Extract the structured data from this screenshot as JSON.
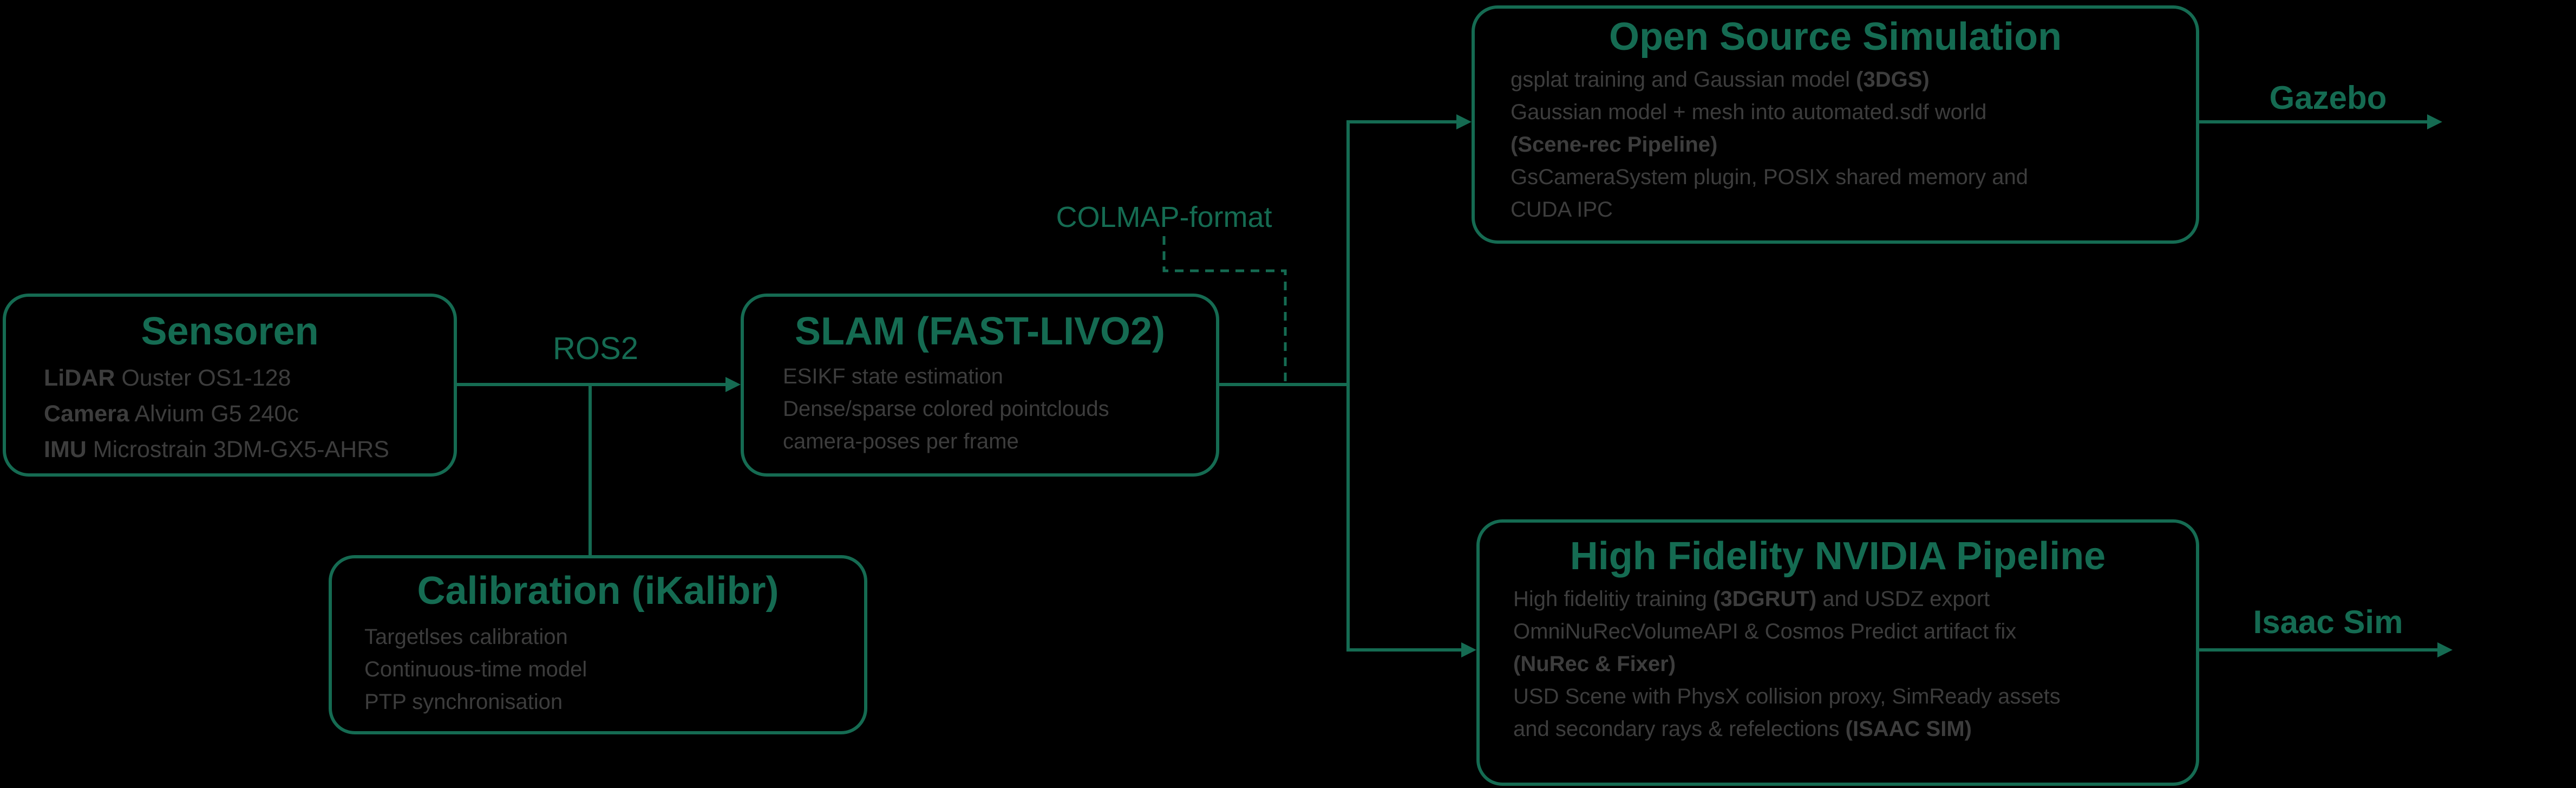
{
  "diagram": {
    "colors": {
      "bg": "#000000",
      "accent": "#156b52",
      "body": "#3d3d3d"
    },
    "nodes": {
      "sensors": {
        "title": "Sensoren",
        "lines": [
          [
            {
              "t": "LiDAR",
              "b": true
            },
            {
              "t": " Ouster OS1-128",
              "b": false
            }
          ],
          [
            {
              "t": "Camera",
              "b": true
            },
            {
              "t": " Alvium G5 240c",
              "b": false
            }
          ],
          [
            {
              "t": "IMU",
              "b": true
            },
            {
              "t": " Microstrain 3DM-GX5-AHRS",
              "b": false
            }
          ]
        ]
      },
      "slam": {
        "title": "SLAM (FAST-LIVO2)",
        "lines": [
          [
            {
              "t": "ESIKF state estimation",
              "b": false
            }
          ],
          [
            {
              "t": "Dense/sparse colored pointclouds",
              "b": false
            }
          ],
          [
            {
              "t": "camera-poses per frame",
              "b": false
            }
          ]
        ]
      },
      "calibration": {
        "title": "Calibration (iKalibr)",
        "lines": [
          [
            {
              "t": "Targetlses calibration",
              "b": false
            }
          ],
          [
            {
              "t": "Continuous-time model",
              "b": false
            }
          ],
          [
            {
              "t": "PTP synchronisation",
              "b": false
            }
          ]
        ]
      },
      "open_source": {
        "title": "Open Source Simulation",
        "lines": [
          [
            {
              "t": "gsplat training and Gaussian model ",
              "b": false
            },
            {
              "t": "(3DGS)",
              "b": true
            }
          ],
          [
            {
              "t": "Gaussian model + mesh into automated.sdf world",
              "b": false
            }
          ],
          [
            {
              "t": "(Scene-rec Pipeline)",
              "b": true
            }
          ],
          [
            {
              "t": "GsCameraSystem plugin, POSIX shared memory and",
              "b": false
            }
          ],
          [
            {
              "t": "CUDA IPC",
              "b": false
            }
          ]
        ]
      },
      "nvidia": {
        "title": "High Fidelity NVIDIA Pipeline",
        "lines": [
          [
            {
              "t": "High fidelitiy training ",
              "b": false
            },
            {
              "t": "(3DGRUT)",
              "b": true
            },
            {
              "t": " and USDZ export",
              "b": false
            }
          ],
          [
            {
              "t": "OmniNuRecVolumeAPI & Cosmos Predict artifact fix",
              "b": false
            }
          ],
          [
            {
              "t": "(NuRec & Fixer)",
              "b": true
            }
          ],
          [
            {
              "t": "USD Scene with PhysX collision proxy, SimReady assets",
              "b": false
            }
          ],
          [
            {
              "t": "and secondary rays & refelections ",
              "b": false
            },
            {
              "t": "(ISAAC SIM)",
              "b": true
            }
          ]
        ]
      }
    },
    "labels": {
      "ros2": "ROS2",
      "colmap": "COLMAP-format",
      "gazebo": "Gazebo",
      "isaac_sim": "Isaac Sim"
    }
  }
}
